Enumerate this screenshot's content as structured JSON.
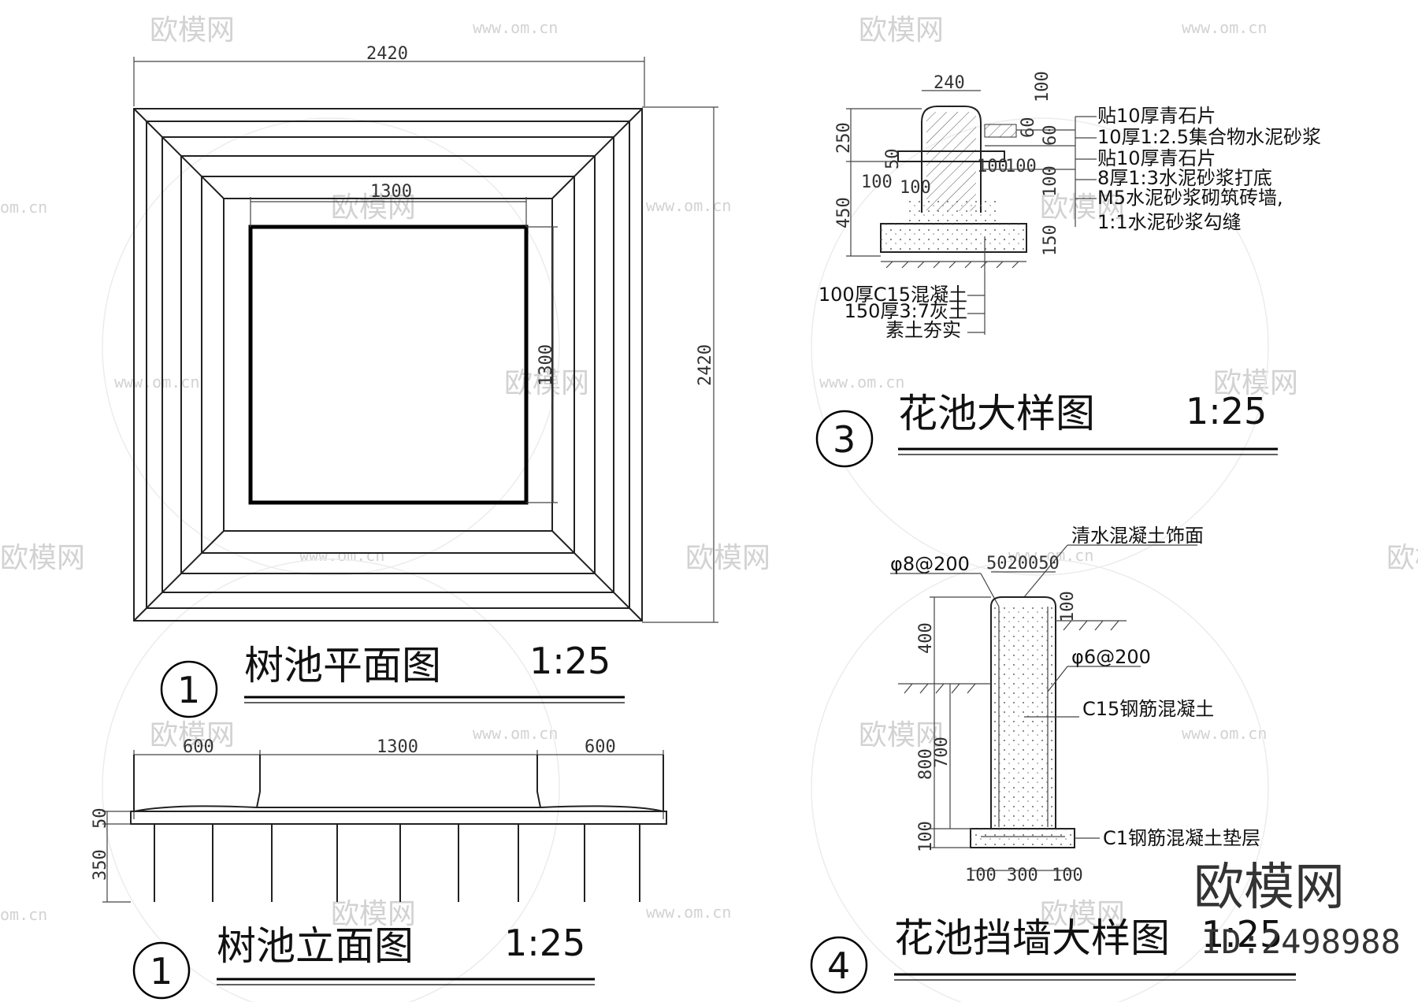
{
  "drawings": {
    "plan": {
      "number": "1",
      "title": "树池平面图",
      "scale": "1:25",
      "dims": {
        "outer_width": "2420",
        "outer_height": "2420",
        "inner_width": "1300",
        "inner_height": "1300"
      }
    },
    "elevation": {
      "number": "1",
      "title": "树池立面图",
      "scale": "1:25",
      "dims": {
        "left": "600",
        "middle": "1300",
        "right": "600",
        "cap": "50",
        "base": "350"
      }
    },
    "planter_detail": {
      "number": "3",
      "title": "花池大样图",
      "scale": "1:25",
      "dims": {
        "top_width": "240",
        "h250": "250",
        "h450": "450",
        "d50": "50",
        "d100a": "100",
        "d100b": "100",
        "d100c": "100",
        "d100d": "100",
        "d60a": "60",
        "d60b": "60",
        "d100e": "100",
        "d150": "150",
        "d100f": "100"
      },
      "notes": [
        "贴10厚青石片",
        "10厚1:2.5集合物水泥砂浆",
        "贴10厚青石片",
        "8厚1:3水泥砂浆打底",
        "M5水泥砂浆砌筑砖墙,",
        "1:1水泥砂浆勾缝"
      ],
      "base_notes": [
        "100厚C15混凝土",
        "150厚3:7灰土",
        "素土夯实"
      ]
    },
    "wall_detail": {
      "number": "4",
      "title": "花池挡墙大样图",
      "scale": "1:25",
      "dims": {
        "top": "5020050",
        "h100": "100",
        "h400": "400",
        "h700": "700",
        "h800": "800",
        "h100b": "100",
        "b1": "100",
        "b2": "300",
        "b3": "100"
      },
      "notes": {
        "finish": "清水混凝土饰面",
        "rebar_a": "φ8@200",
        "rebar_b": "φ6@200",
        "concrete": "C15钢筋混凝土",
        "cushion": "C1钢筋混凝土垫层"
      }
    }
  },
  "watermark": {
    "brand": "欧模网",
    "url": "www.om.cn",
    "url_short": "om.cn",
    "id": "ID:2498988"
  }
}
